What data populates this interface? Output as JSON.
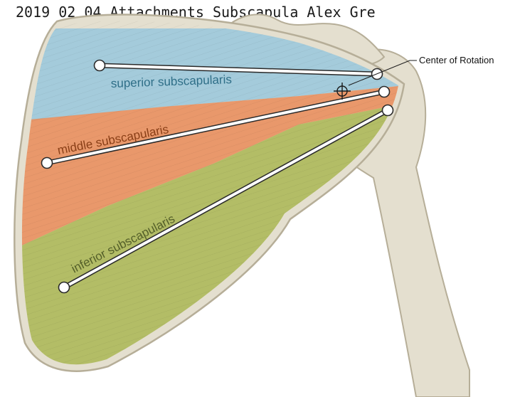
{
  "header": {
    "text": "2019 02 04  Attachments Subscapula  Alex Gre"
  },
  "labels": {
    "superior": "superior subscapularis",
    "middle": "middle subscapularis",
    "inferior": "inferior subscapularis",
    "center_of_rotation": "Center of Rotation"
  },
  "colors": {
    "background": "#ffffff",
    "bone": "#e4dfcf",
    "bone_edge": "#b6ae98",
    "superior_muscle": "#9cc9dc",
    "middle_muscle": "#e9905f",
    "inferior_muscle": "#adb95a",
    "superior_label": "#2f6f88",
    "middle_label": "#8a3f17",
    "inferior_label": "#55602a",
    "line_of_action": "#ffffff",
    "outline": "#2a2a2a"
  }
}
